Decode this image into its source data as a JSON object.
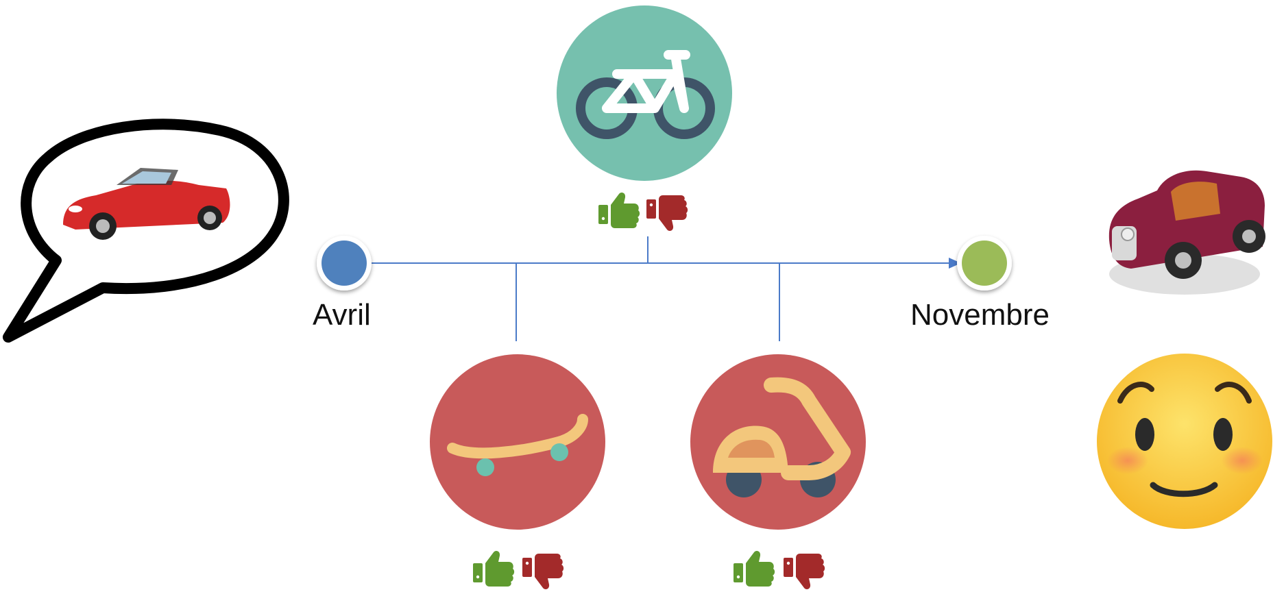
{
  "timeline": {
    "start_label": "Avril",
    "end_label": "Novembre",
    "start_color": "#4f81bd",
    "end_color": "#9bbb59",
    "line_color": "#4a7ac8"
  },
  "options": [
    {
      "id": "bicycle",
      "icon": "bicycle-icon",
      "circle_color": "#76c0ae",
      "position": "above"
    },
    {
      "id": "skateboard",
      "icon": "skateboard-icon",
      "circle_color": "#c85a5a",
      "position": "below"
    },
    {
      "id": "scooter",
      "icon": "scooter-icon",
      "circle_color": "#c85a5a",
      "position": "below"
    }
  ],
  "feedback_icons": {
    "like": "thumbs-up-icon",
    "dislike": "thumbs-down-icon",
    "like_color": "#5f9a2f",
    "dislike_color": "#a32a2a"
  },
  "thought_bubble": {
    "icon": "speech-bubble-icon",
    "content": "red-convertible-car-icon",
    "car_color": "#d62a2a"
  },
  "outcome": {
    "car": "vintage-car-icon",
    "car_color": "#8b1f3f",
    "emoji": "smiling-face-icon",
    "emoji_color": "#f9c534"
  }
}
